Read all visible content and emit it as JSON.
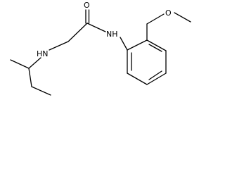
{
  "molecule": {
    "atoms": {
      "O": "O",
      "NH_amide": "NH",
      "NH_amine": "HN",
      "O_methoxy": "O"
    }
  },
  "colors": {
    "bond": "#000000",
    "text": "#000000",
    "background": "#ffffff"
  }
}
